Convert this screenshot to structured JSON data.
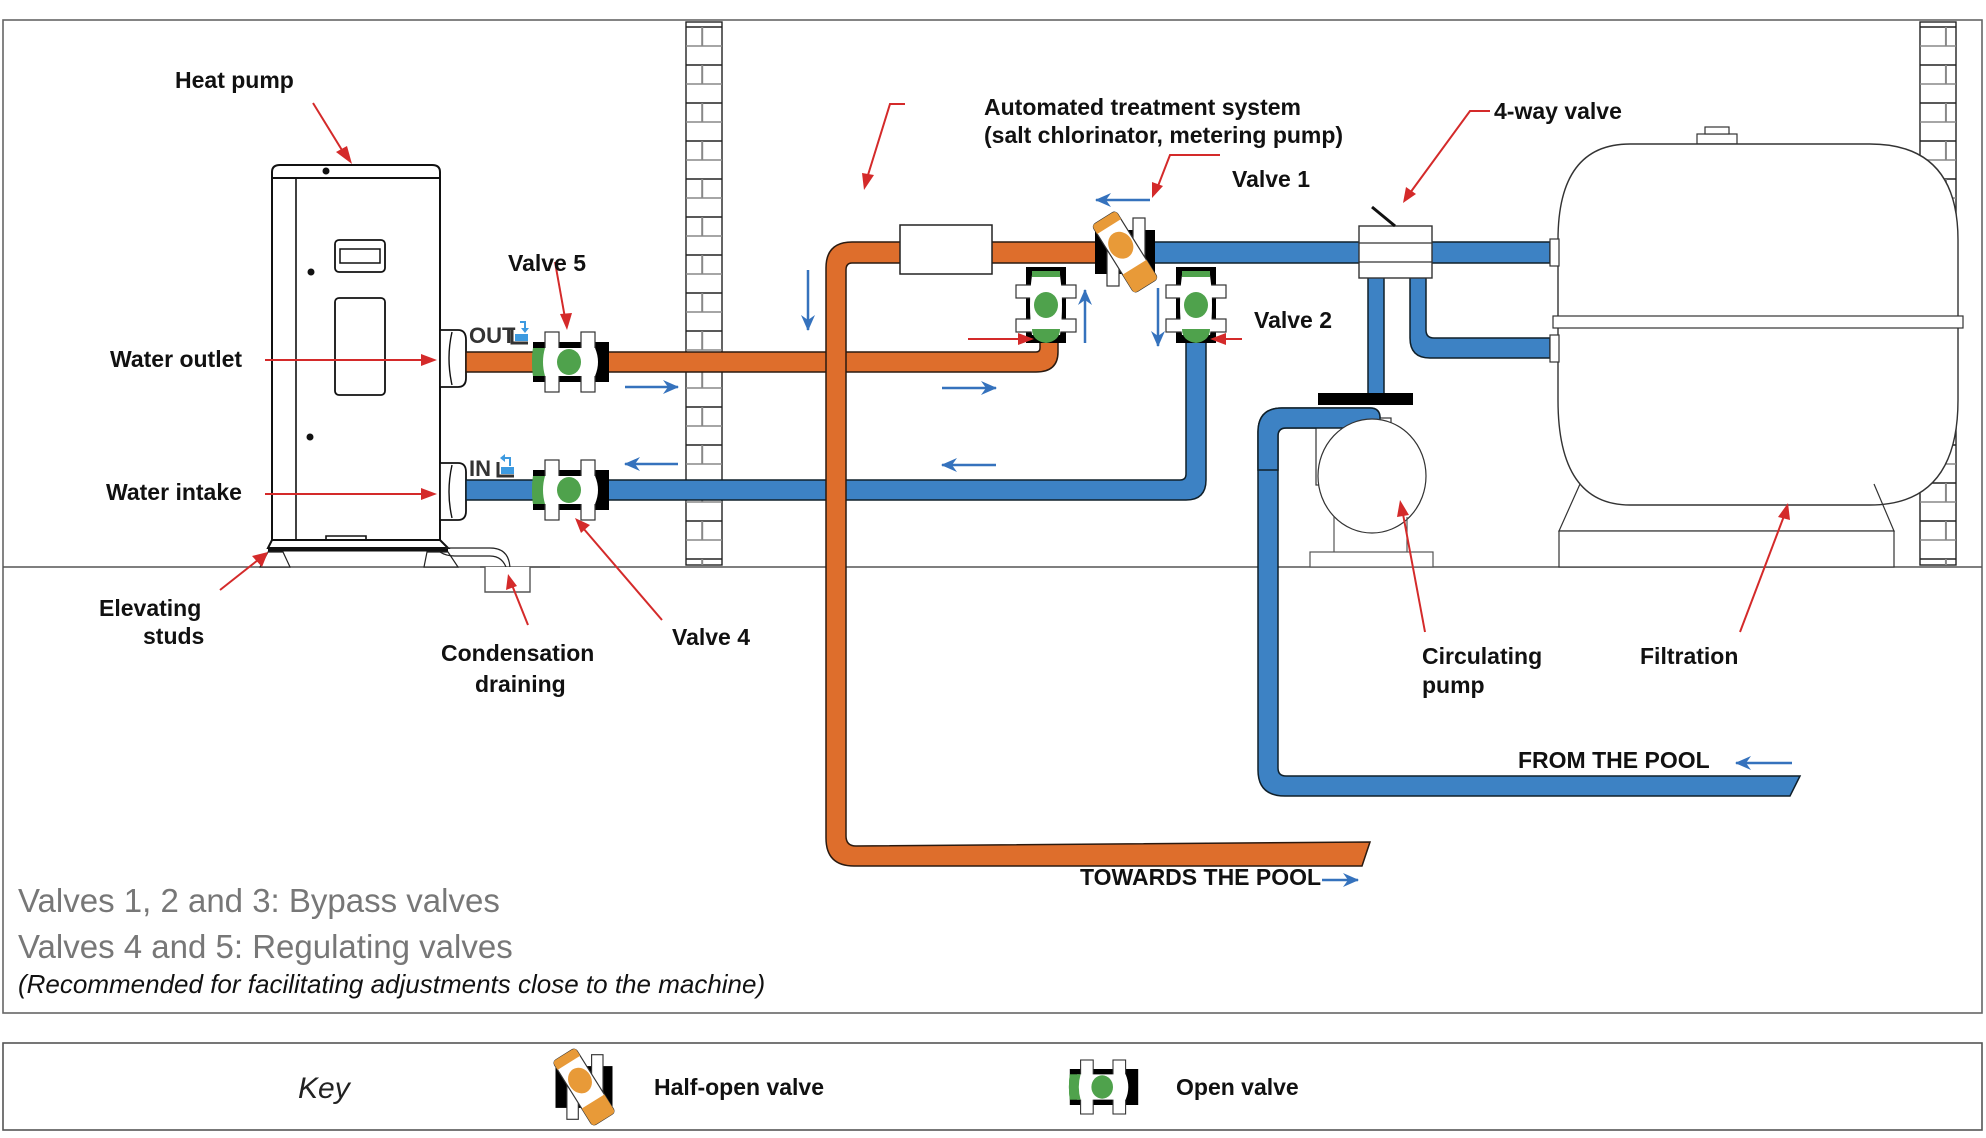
{
  "diagram": {
    "title": "Heat pump installation with bypass on pool filtration circuit",
    "labels": {
      "heat_pump": "Heat pump",
      "water_outlet": "Water outlet",
      "water_intake": "Water intake",
      "elevating_studs_line1": "Elevating",
      "elevating_studs_line2": "studs",
      "condensation_line1": "Condensation",
      "condensation_line2": "draining",
      "valve_5": "Valve 5",
      "valve_4": "Valve 4",
      "valve_1": "Valve 1",
      "valve_2": "Valve 2",
      "treatment_line1": "Automated treatment system",
      "treatment_line2": "(salt chlorinator, metering pump)",
      "four_way_valve": "4-way valve",
      "circulating_pump_line1": "Circulating",
      "circulating_pump_line2": "pump",
      "filtration": "Filtration",
      "from_pool": "FROM THE POOL",
      "towards_pool": "TOWARDS THE POOL"
    },
    "port_tags": {
      "out": "OUT",
      "in": "IN"
    },
    "notes": {
      "line1": "Valves 1, 2 and 3: Bypass valves",
      "line2": "Valves 4 and 5: Regulating valves",
      "line3": "(Recommended for facilitating adjustments close to the machine)"
    },
    "valve_states": {
      "valve_1": "half-open",
      "valve_2": "open",
      "valve_3": "open",
      "valve_4": "open",
      "valve_5": "open"
    },
    "colors": {
      "hot_pipe": "#DE6E2C",
      "cold_pipe": "#3D82C4",
      "callout_arrow": "#D42A2A",
      "flow_arrow": "#3572BD",
      "open_valve": "#4FA24C",
      "half_open_valve": "#E89A38"
    }
  },
  "key": {
    "title": "Key",
    "items": [
      {
        "icon": "half-open-valve-icon",
        "label": "Half-open valve"
      },
      {
        "icon": "open-valve-icon",
        "label": "Open valve"
      }
    ]
  }
}
